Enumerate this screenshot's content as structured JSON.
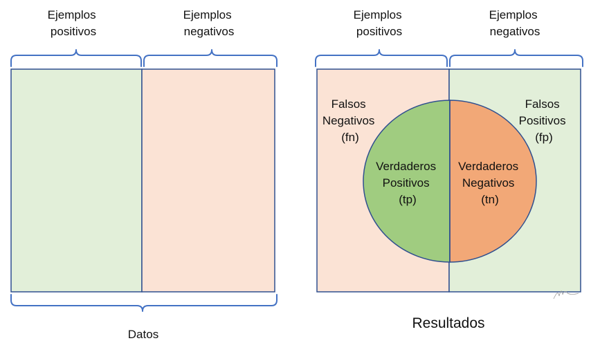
{
  "left_panel": {
    "positive_header": [
      "Ejemplos",
      "positivos"
    ],
    "negative_header": [
      "Ejemplos",
      "negativos"
    ],
    "caption": "Datos"
  },
  "right_panel": {
    "positive_header": [
      "Ejemplos",
      "positivos"
    ],
    "negative_header": [
      "Ejemplos",
      "negativos"
    ],
    "false_negatives": [
      "Falsos",
      "Negativos",
      "(fn)"
    ],
    "false_positives": [
      "Falsos",
      "Positivos",
      "(fp)"
    ],
    "true_positives": [
      "Verdaderos",
      "Positivos",
      "(tp)"
    ],
    "true_negatives": [
      "Verdaderos",
      "Negativos",
      "(tn)"
    ],
    "caption": "Resultados"
  },
  "colors": {
    "light_green": "#e2efd9",
    "light_orange": "#fbe3d5",
    "green": "#a0cc80",
    "orange": "#f2a877",
    "border": "#2f4f8f",
    "brace": "#4472c4"
  }
}
